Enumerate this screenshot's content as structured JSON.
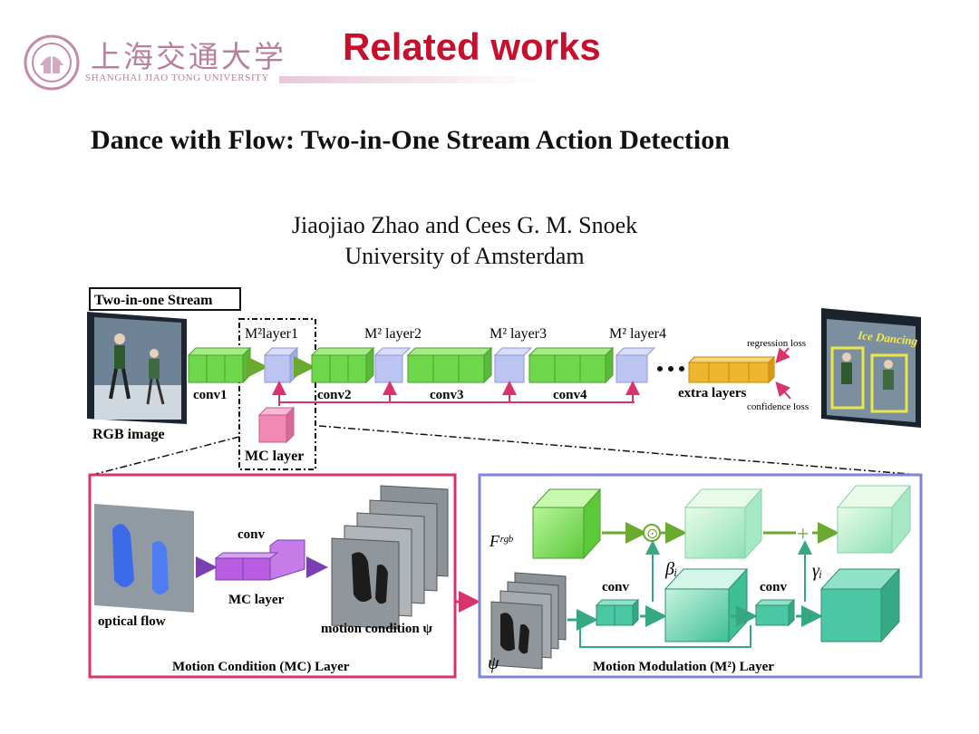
{
  "header": {
    "university_cn": "上海交通大学",
    "university_en": "SHANGHAI JIAO TONG UNIVERSITY",
    "slide_title": "Related works",
    "brand_color": "#c8102e"
  },
  "paper": {
    "title": "Dance with Flow: Two-in-One Stream Action Detection",
    "authors": "Jiaojiao Zhao and Cees G. M. Snoek",
    "affiliation": "University of Amsterdam"
  },
  "diagram": {
    "stream_label": "Two-in-one Stream",
    "rgb_label": "RGB image",
    "output_label": "Ice Dancing",
    "conv1": "conv1",
    "conv2": "conv2",
    "conv3": "conv3",
    "conv4": "conv4",
    "m2_layer1": "M²layer1",
    "m2_layer2": "M² layer2",
    "m2_layer3": "M² layer3",
    "m2_layer4": "M² layer4",
    "extra_layers": "extra layers",
    "regression_loss": "regression loss",
    "confidence_loss": "confidence loss",
    "mc_layer": "MC layer",
    "mc_panel": {
      "title": "Motion Condition (MC) Layer",
      "optical_flow": "optical flow",
      "conv": "conv",
      "mc_layer": "MC layer",
      "motion_condition": "motion condition ψ"
    },
    "m2_panel": {
      "title": "Motion Modulation (M²) Layer",
      "f_rgb": "Fʳᵍᵇ",
      "psi": "ψ",
      "conv_a": "conv",
      "conv_b": "conv",
      "beta": "βᵢ",
      "gamma": "γᵢ",
      "odot": "⊙",
      "plus": "+"
    },
    "colors": {
      "green": "#6fd84a",
      "blue": "#bcc4f2",
      "orange": "#f0b52e",
      "pink": "#f08ab4",
      "purple": "#b85ce0",
      "teal": "#4cc7a4",
      "red": "#d8336a",
      "panel_pink": "#d8336a",
      "panel_blue": "#7f86d8"
    }
  }
}
